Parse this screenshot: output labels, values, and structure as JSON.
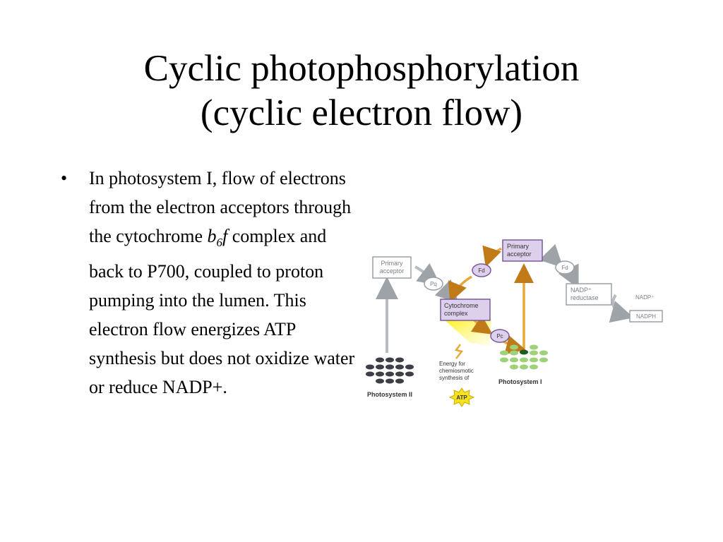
{
  "slide": {
    "title_line1": "Cyclic photophosphorylation",
    "title_line2": "(cyclic electron flow)",
    "bullet_symbol": "•",
    "bullet": {
      "part1": "In photosystem I, flow of electrons from the electron acceptors through the cytochrome ",
      "italic_b": "b",
      "subscript": "6",
      "italic_f": "f",
      "part2": " complex and back to P700, coupled to proton pumping into the lumen. This electron flow energizes ATP synthesis but does not oxidize water or reduce NADP+."
    }
  },
  "diagram": {
    "ps2_primary_acceptor": [
      "Primary",
      "acceptor"
    ],
    "pq": "Pq",
    "cytochrome_complex": [
      "Cytochrome",
      "complex"
    ],
    "pc": "Pc",
    "fd_cyclic": "Fd",
    "ps1_primary_acceptor": [
      "Primary",
      "acceptor"
    ],
    "fd_noncyclic": "Fd",
    "nadp_reductase": [
      "NADP⁺",
      "reductase"
    ],
    "nadp_plus": "NADP⁺",
    "nadph": "NADPH",
    "energy_note": [
      "Energy for",
      "chemiosmotic",
      "synthesis of"
    ],
    "atp": "ATP",
    "photosystem2": "Photosystem II",
    "photosystem1": "Photosystem I",
    "colors": {
      "box_fill": "#ddd0ec",
      "box_stroke": "#7a5a9a",
      "pale_box_stroke": "#9aa0a8",
      "cyclic_arrow": "#e8a838",
      "noncyclic_arrow": "#b8bcc0",
      "ps2_dots": "#3c4046",
      "ps1_dots": "#9fd07a",
      "p700": "#1f5a1f",
      "energy_glow": "#fff000",
      "atp_star": "#f6e320"
    }
  }
}
